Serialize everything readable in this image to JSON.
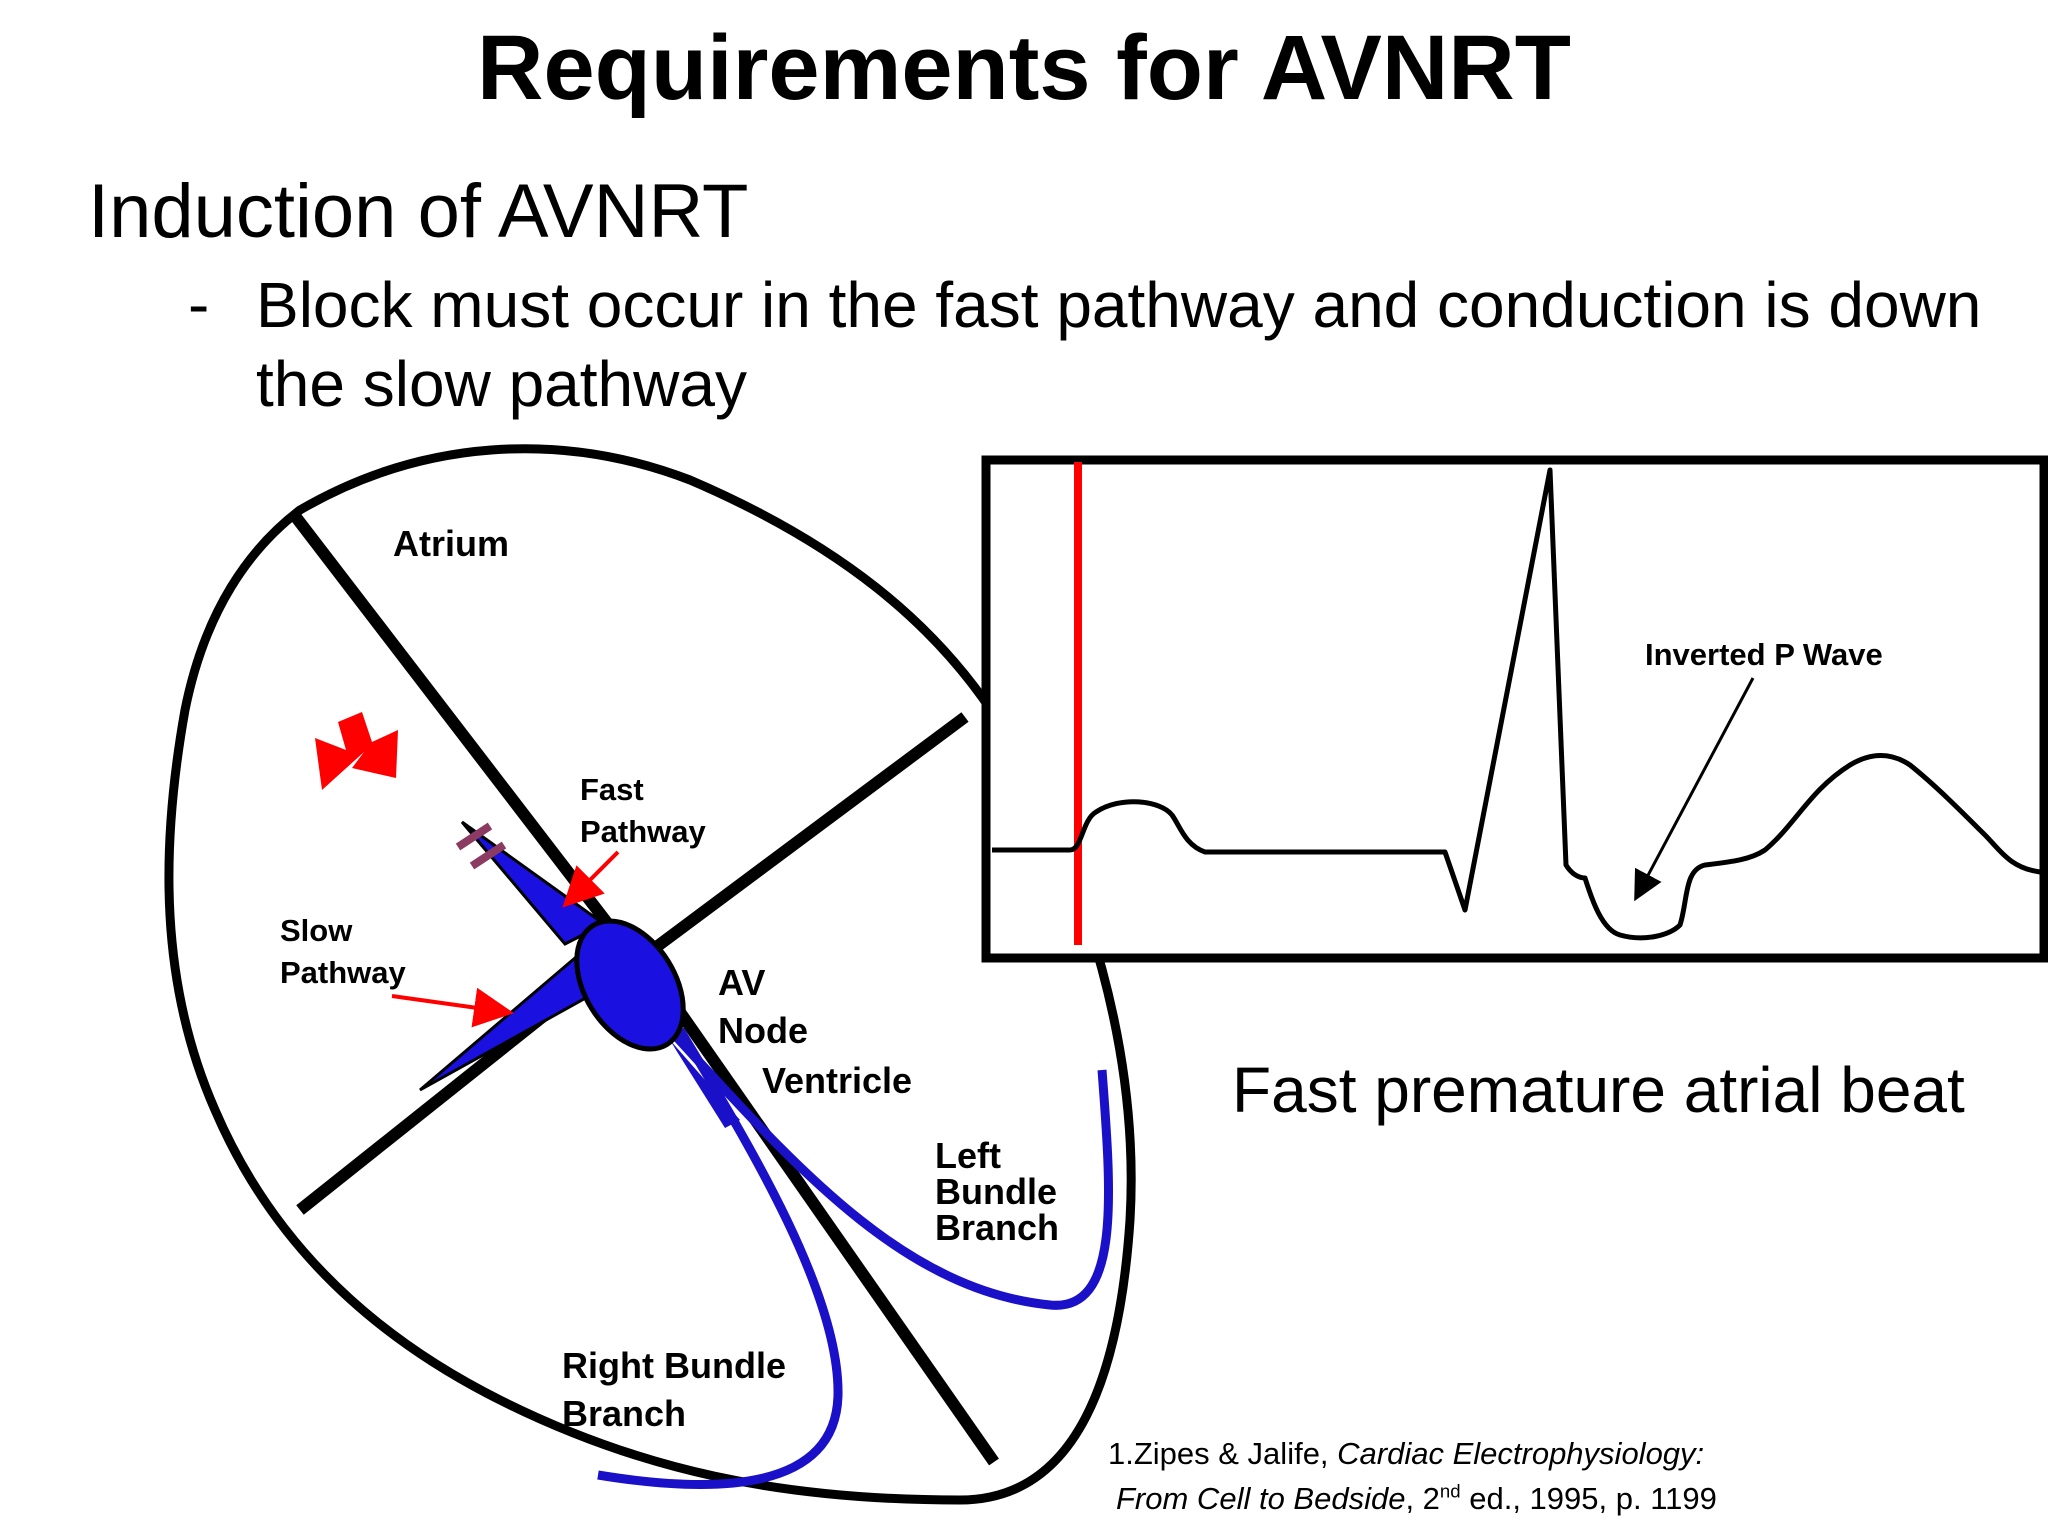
{
  "slide": {
    "title": "Requirements for AVNRT",
    "subtitle": "Induction of AVNRT",
    "bullet_marker": "-",
    "bullet": "Block must occur in the fast pathway and conduction is down the slow pathway"
  },
  "diagram": {
    "labels": {
      "atrium": "Atrium",
      "fast_pathway": [
        "Fast",
        "Pathway"
      ],
      "slow_pathway": [
        "Slow",
        "Pathway"
      ],
      "av_node": [
        "AV",
        "Node"
      ],
      "ventricle": "Ventricle",
      "left_bundle_branch": [
        "Left",
        "Bundle",
        "Branch"
      ],
      "right_bundle_branch": [
        "Right Bundle",
        "Branch"
      ]
    },
    "colors": {
      "pathway_blue": "#1a10e0",
      "bundle_blue": "#1a10c8",
      "arrow_red": "#ff0000",
      "block_mark": "#8b3a62"
    }
  },
  "ecg": {
    "annotation": "Inverted P Wave",
    "colors": {
      "marker_line": "#ff0000",
      "trace": "#000000"
    }
  },
  "caption": "Fast premature atrial beat",
  "citation": {
    "line1_prefix": "1.Zipes & Jalife, ",
    "line1_italic": "Cardiac Electrophysiology:",
    "line2_italic": "From Cell to Bedside",
    "line2_mid": ", 2",
    "line2_sup": "nd",
    "line2_suffix": " ed., 1995, p. 1199"
  }
}
